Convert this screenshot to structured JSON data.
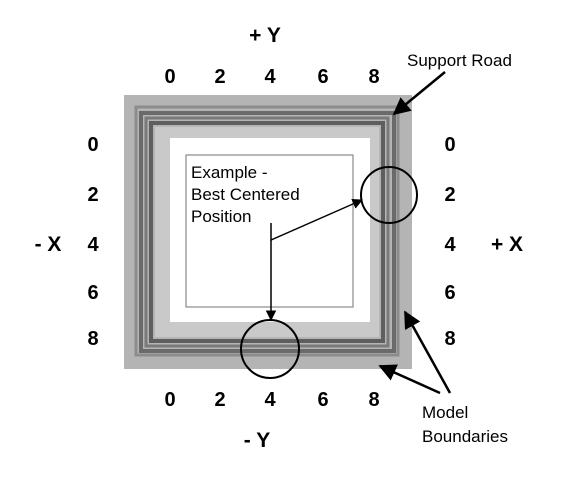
{
  "axes": {
    "plus_y": "+ Y",
    "minus_y": "- Y",
    "plus_x": "+ X",
    "minus_x": "- X"
  },
  "ticks": {
    "top": [
      "0",
      "2",
      "4",
      "6",
      "8"
    ],
    "bottom": [
      "0",
      "2",
      "4",
      "6",
      "8"
    ],
    "left": [
      "0",
      "2",
      "4",
      "6",
      "8"
    ],
    "right": [
      "0",
      "2",
      "4",
      "6",
      "8"
    ]
  },
  "labels": {
    "support_road": "Support Road",
    "example_line1": "Example -",
    "example_line2": "Best Centered",
    "example_line3": "Position",
    "model_line1": "Model",
    "model_line2": "Boundaries"
  },
  "colors": {
    "support_road_fill": "#b4b4b4",
    "boundary_stroke": "#6e6e6e",
    "inner_band": "#c9c9c9",
    "example_box_stroke": "#8a8a8a"
  }
}
